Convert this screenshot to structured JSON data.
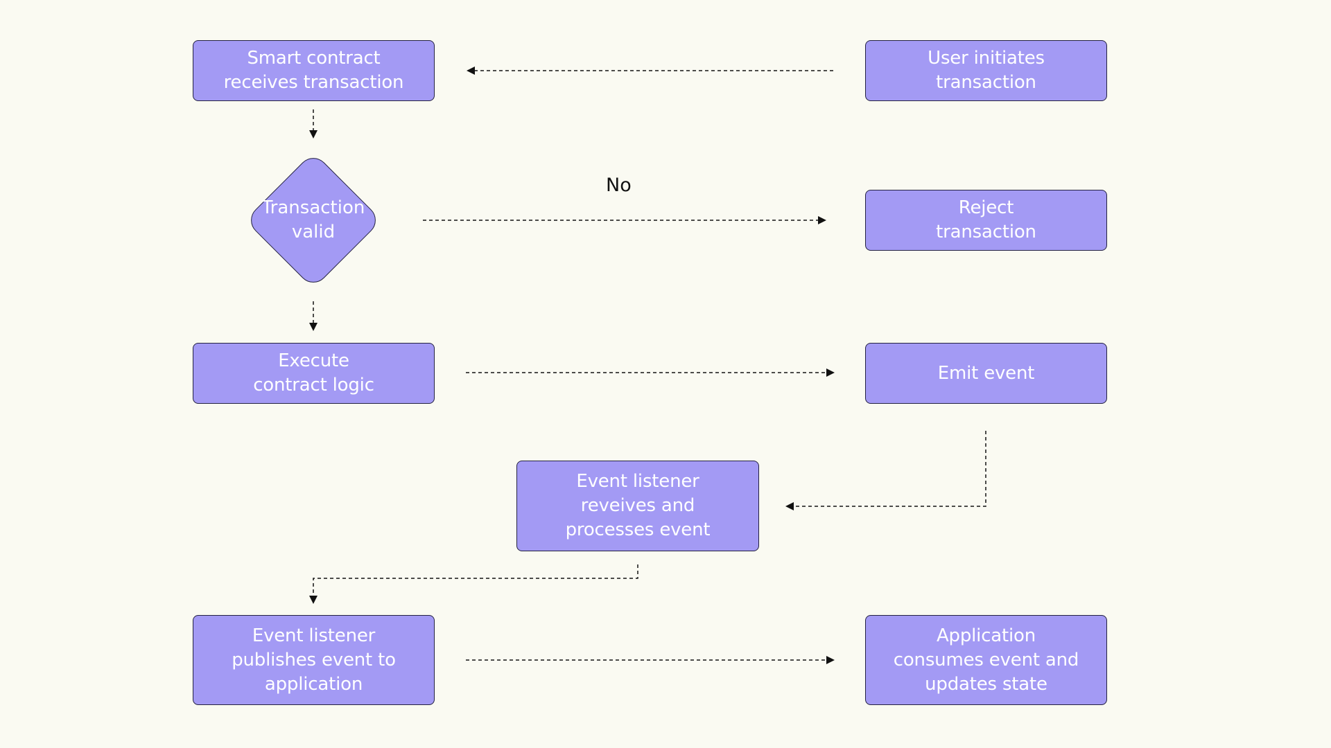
{
  "colors": {
    "background": "#fafaf2",
    "node_fill": "#a39af4",
    "node_border": "#232140",
    "node_text": "#ffffff",
    "edge": "#111111"
  },
  "nodes": {
    "smart_contract": "Smart contract\nreceives  transaction",
    "user_initiates": "User initiates\ntransaction",
    "transaction_valid": "Transaction\nvalid",
    "reject": "Reject\ntransaction",
    "execute": "Execute\ncontract logic",
    "emit": "Emit event",
    "listener_receives": "Event listener\nreveives and\nprocesses event",
    "listener_publishes": "Event listener\npublishes event to\napplication",
    "app_consumes": "Application\nconsumes event and\nupdates state"
  },
  "edge_labels": {
    "no": "No"
  },
  "edges": [
    {
      "from": "user_initiates",
      "to": "smart_contract"
    },
    {
      "from": "smart_contract",
      "to": "transaction_valid"
    },
    {
      "from": "transaction_valid",
      "to": "reject",
      "label": "No"
    },
    {
      "from": "transaction_valid",
      "to": "execute"
    },
    {
      "from": "execute",
      "to": "emit"
    },
    {
      "from": "emit",
      "to": "listener_receives"
    },
    {
      "from": "listener_receives",
      "to": "listener_publishes"
    },
    {
      "from": "listener_publishes",
      "to": "app_consumes"
    }
  ]
}
